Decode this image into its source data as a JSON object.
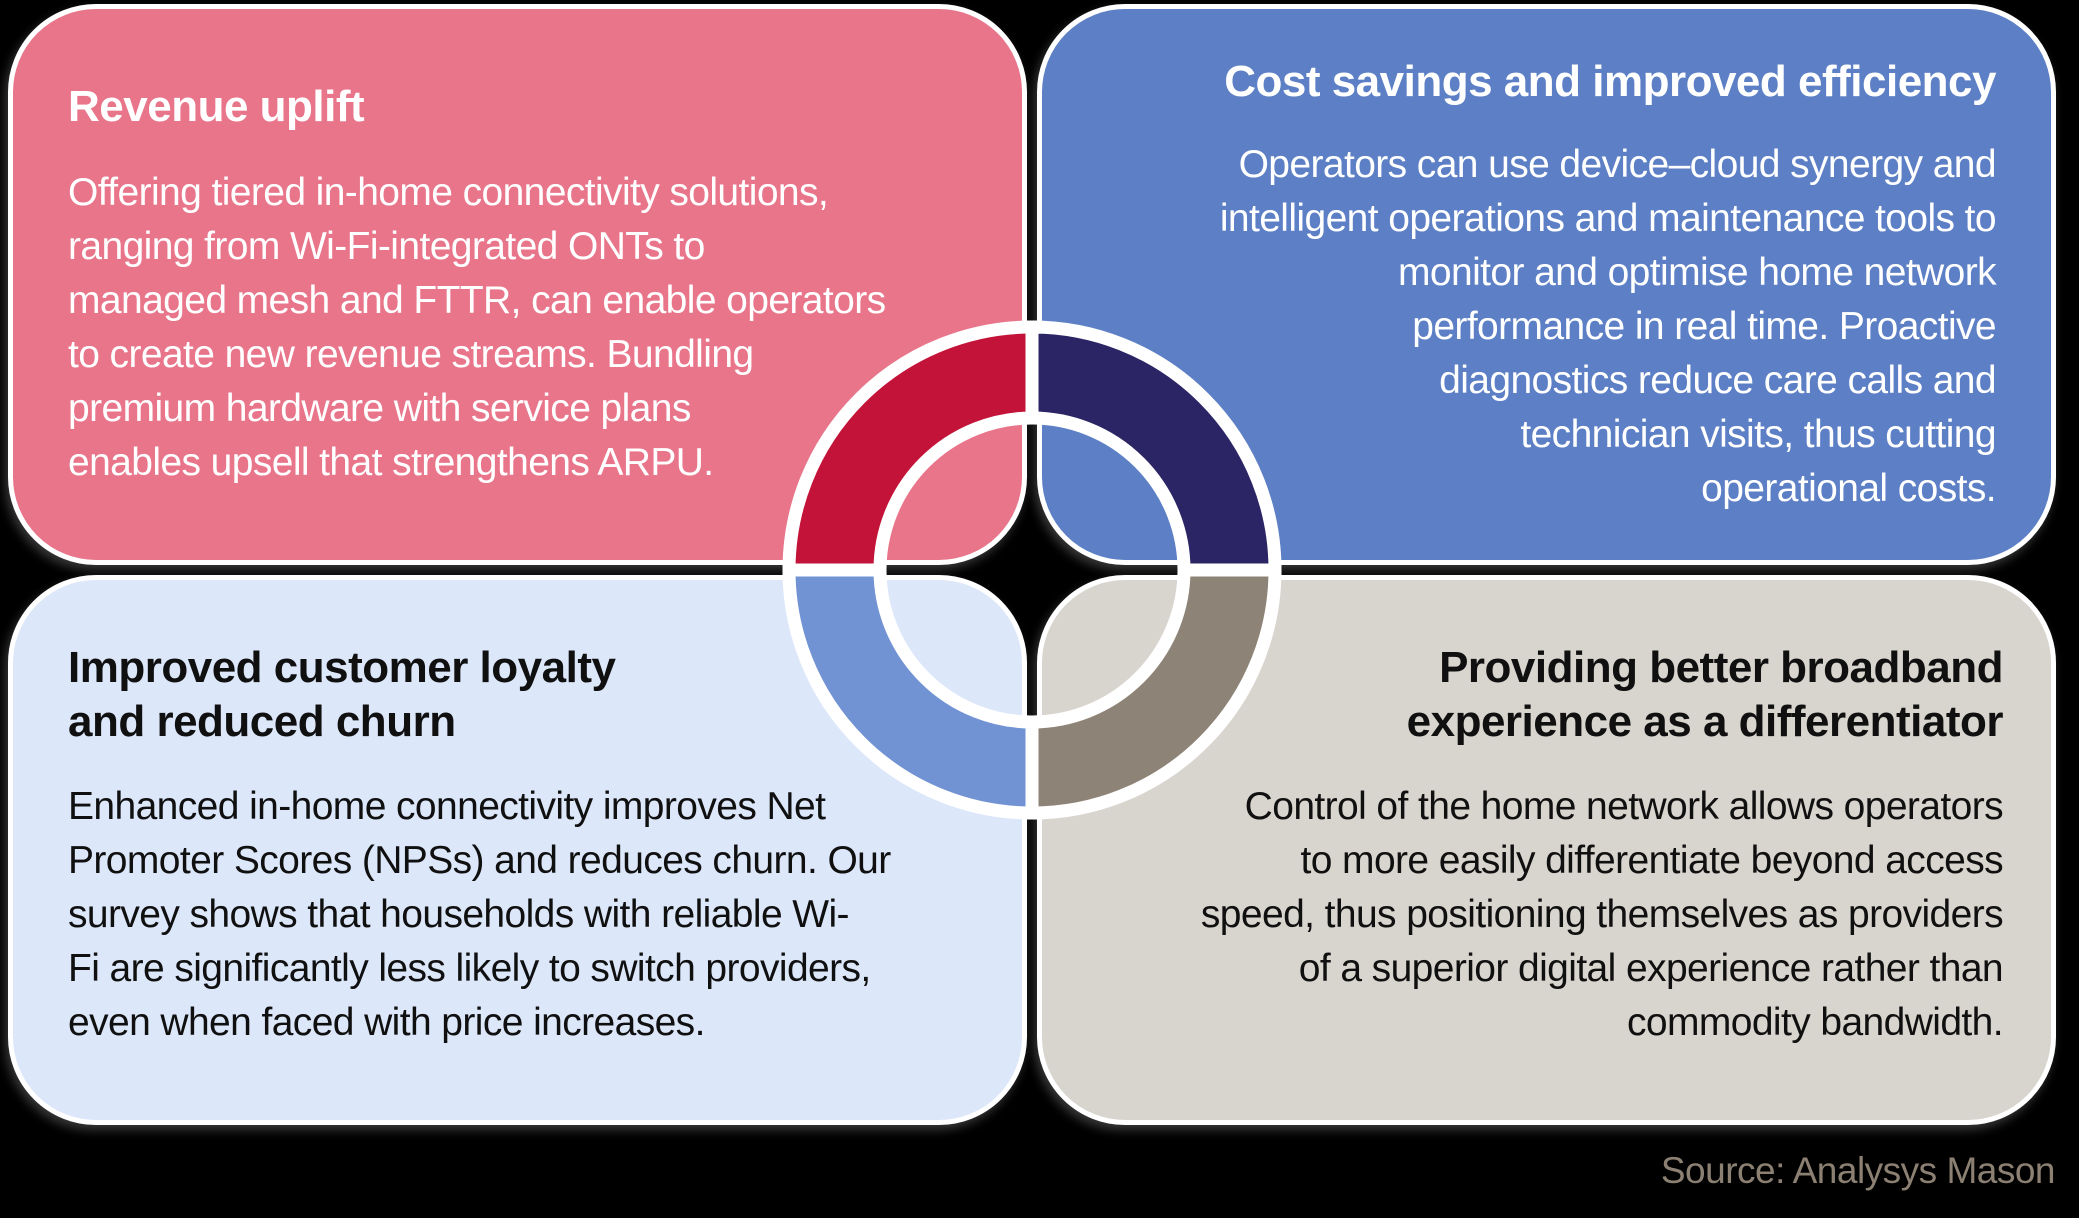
{
  "page": {
    "background": "#000000",
    "source_note": "Source: Analysys Mason"
  },
  "colors": {
    "box_top_left": "#E8758A",
    "box_top_right": "#5C7FC5",
    "box_bottom_left": "#DCE7FA",
    "box_bottom_right": "#D8D4CE",
    "ring_top_left": "#C31338",
    "ring_top_right": "#2B2465",
    "ring_bottom_left": "#7193D3",
    "ring_bottom_right": "#8D8377",
    "divider": "#FFFFFF",
    "light_text": "#FFFFFF",
    "dark_text": "#101010",
    "source_text": "#8B8072"
  },
  "quadrants": {
    "top_left": {
      "title": "Revenue uplift",
      "body": "Offering tiered in-home connectivity solutions,\nranging from Wi-Fi-integrated ONTs to\nmanaged mesh and FTTR, can enable operators\nto create new revenue streams. Bundling\npremium hardware with service plans\nenables upsell that strengthens ARPU."
    },
    "top_right": {
      "title": "Cost savings and improved efficiency",
      "body": "Operators can use device–cloud synergy and\nintelligent operations and maintenance tools to\nmonitor and optimise home network\nperformance in real time. Proactive\ndiagnostics reduce care calls and\ntechnician visits, thus cutting\noperational costs."
    },
    "bottom_left": {
      "title": "Improved customer loyalty\nand reduced churn",
      "body": "Enhanced in-home connectivity improves Net\nPromoter Scores (NPSs) and reduces churn. Our\nsurvey shows that households with reliable Wi-\nFi are significantly less likely to switch providers,\neven when faced with price increases."
    },
    "bottom_right": {
      "title": "Providing better broadband\nexperience as a differentiator",
      "body": "Control of the home network allows operators\nto more easily differentiate beyond access\nspeed, thus positioning themselves as providers\nof a superior digital experience rather than\ncommodity bandwidth."
    }
  }
}
